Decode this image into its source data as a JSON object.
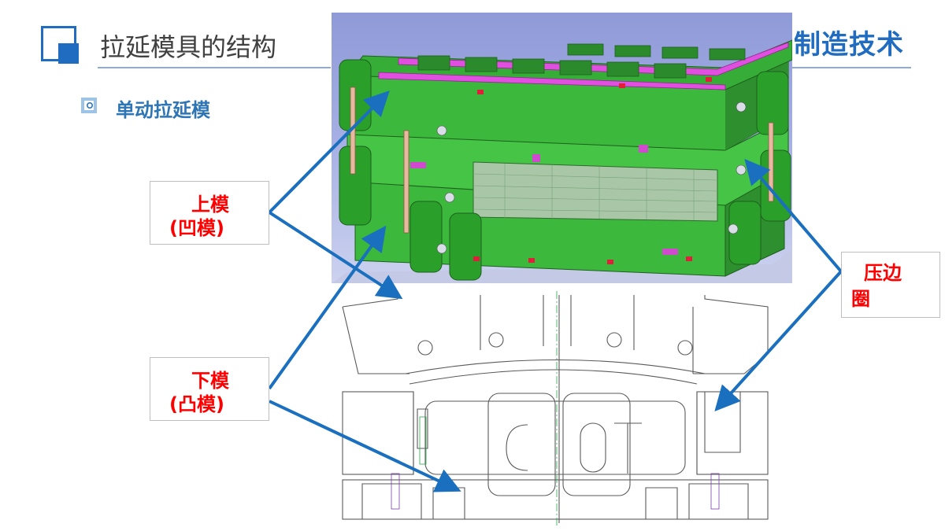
{
  "header": {
    "title": "拉延模具的结构",
    "brand_text": "制造技术",
    "accent_color": "#1f6cc0"
  },
  "bullet": {
    "icon": "square-bullet-icon",
    "text": "单动拉延模"
  },
  "callouts": {
    "upper_die": {
      "line1": "上模",
      "line2": "(凹模)"
    },
    "lower_die": {
      "line1": "下模",
      "line2": "(凸模)"
    },
    "binder_ring": {
      "line1": "压边",
      "line2": "圈"
    },
    "text_color": "#ff0000"
  },
  "figures": {
    "model_icon": "die-3d-model-image",
    "drawing_icon": "die-section-drawing"
  }
}
